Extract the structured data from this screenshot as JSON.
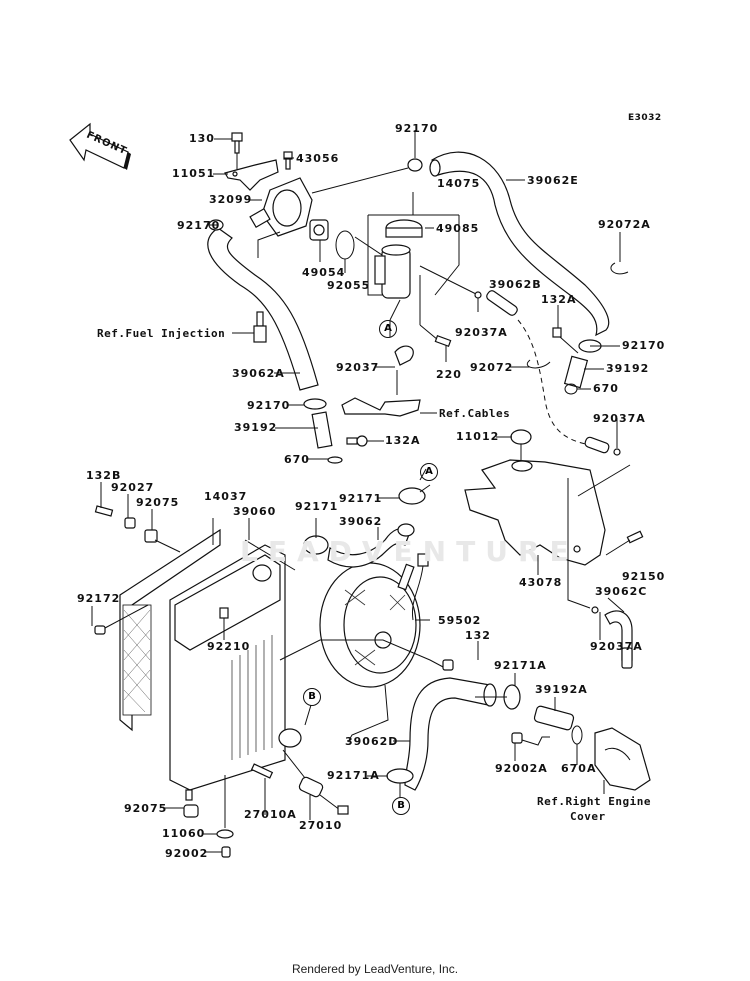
{
  "diagram": {
    "code": "E3032",
    "front_label": "FRONT",
    "watermark": "LEADVENTURE",
    "footer": "Rendered by LeadVenture, Inc."
  },
  "callouts": {
    "a": "A",
    "b": "B"
  },
  "parts": {
    "p130": "130",
    "p11051": "11051",
    "p43056": "43056",
    "p32099": "32099",
    "p92170_a": "92170",
    "p92170_b": "92170",
    "p92170_c": "92170",
    "p92170_d": "92170",
    "p39062E": "39062E",
    "p14075": "14075",
    "p49085": "49085",
    "p92072A": "92072A",
    "p49054": "49054",
    "p92055": "92055",
    "p39062B": "39062B",
    "p132A_a": "132A",
    "p132A_b": "132A",
    "p92037A_a": "92037A",
    "p92037A_b": "92037A",
    "p92037A_c": "92037A",
    "p39062A": "39062A",
    "p92037": "92037",
    "p220": "220",
    "p92072": "92072",
    "p39192_a": "39192",
    "p39192_b": "39192",
    "p670_a": "670",
    "p670_b": "670",
    "p11012": "11012",
    "p132B": "132B",
    "p92027": "92027",
    "p92075_a": "92075",
    "p92075_b": "92075",
    "p14037": "14037",
    "p39060": "39060",
    "p92171_a": "92171",
    "p92171_b": "92171",
    "p39062": "39062",
    "p43078": "43078",
    "p92150": "92150",
    "p92172": "92172",
    "p92210": "92210",
    "p59502": "59502",
    "p39062C": "39062C",
    "p132": "132",
    "p92171A_a": "92171A",
    "p92171A_b": "92171A",
    "p39192A": "39192A",
    "p39062D": "39062D",
    "p92002A": "92002A",
    "p670A": "670A",
    "p27010A": "27010A",
    "p27010": "27010",
    "p11060": "11060",
    "p92002": "92002"
  },
  "references": {
    "fuel_injection": "Ref.Fuel Injection",
    "cables": "Ref.Cables",
    "right_engine_cover_1": "Ref.Right Engine",
    "right_engine_cover_2": "Cover"
  }
}
